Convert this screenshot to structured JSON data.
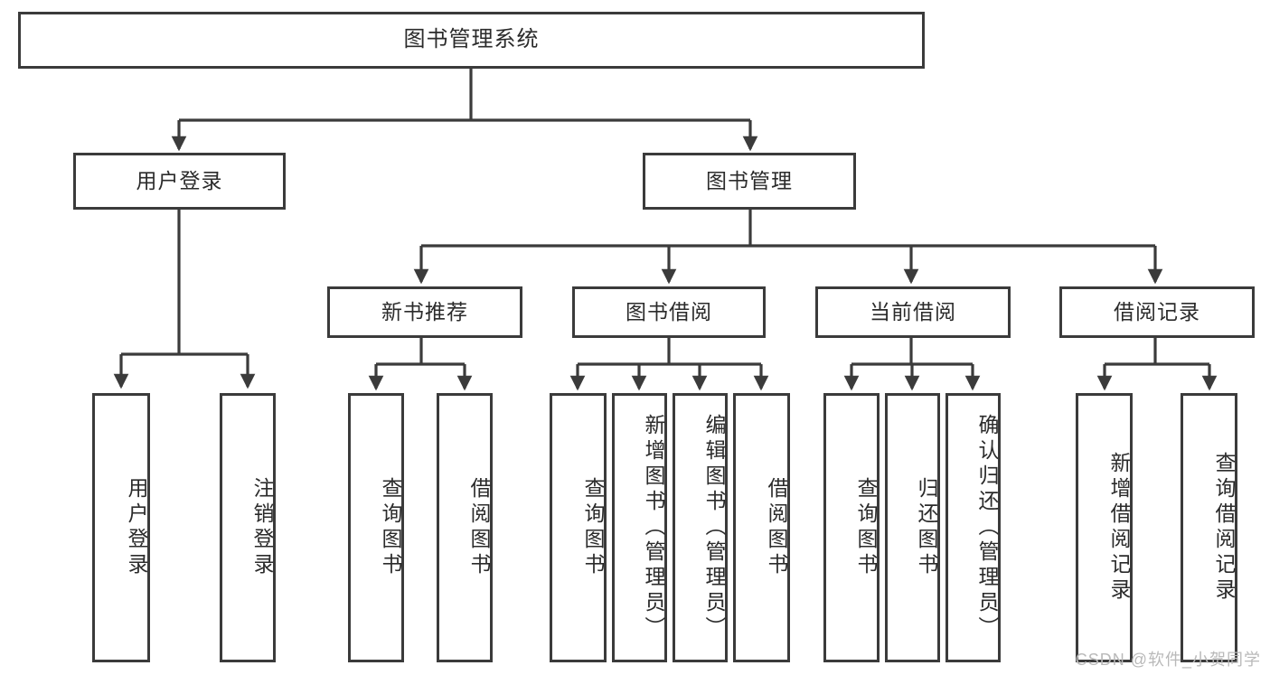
{
  "diagram": {
    "title": "图书管理系统",
    "type": "tree-hierarchy",
    "watermark": "CSDN @软件_小贺同学",
    "colors": {
      "box_border": "#3b3b3b",
      "box_fill": "#ffffff",
      "connector": "#3b3b3b",
      "text": "#2b2b2b",
      "watermark": "#b9b9b9",
      "background": "#ffffff"
    }
  },
  "nodes": {
    "root": {
      "label": "图书管理系统"
    },
    "level2": [
      {
        "label": "用户登录"
      },
      {
        "label": "图书管理"
      }
    ],
    "level3": [
      {
        "label": "新书推荐"
      },
      {
        "label": "图书借阅"
      },
      {
        "label": "当前借阅"
      },
      {
        "label": "借阅记录"
      }
    ],
    "leaves": {
      "user_login": [
        {
          "label": "用户登录"
        },
        {
          "label": "注销登录"
        }
      ],
      "new_book_recommend": [
        {
          "label": "查询图书"
        },
        {
          "label": "借阅图书"
        }
      ],
      "book_borrow": [
        {
          "label": "查询图书"
        },
        {
          "label": "新增图书（管理员）"
        },
        {
          "label": "编辑图书（管理员）"
        },
        {
          "label": "借阅图书"
        }
      ],
      "current_borrow": [
        {
          "label": "查询图书"
        },
        {
          "label": "归还图书"
        },
        {
          "label": "确认归还（管理员）"
        }
      ],
      "borrow_record": [
        {
          "label": "新增借阅记录"
        },
        {
          "label": "查询借阅记录"
        }
      ]
    }
  }
}
